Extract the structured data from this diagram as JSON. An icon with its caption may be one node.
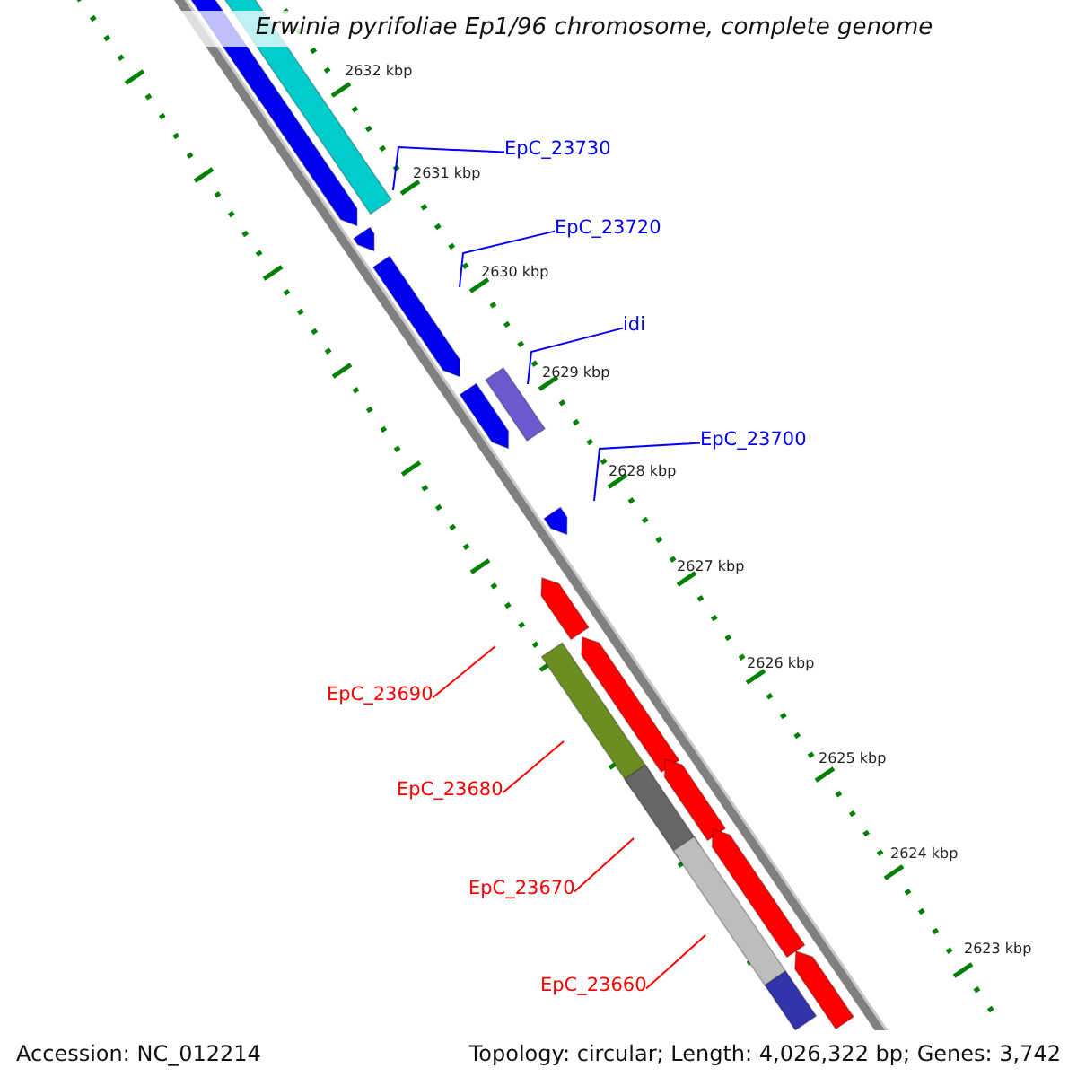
{
  "diagram": {
    "title": "Erwinia pyrifoliae Ep1/96 chromosome, complete genome",
    "nodes": [
      {
        "text": [
          "EpC_23730"
        ]
      },
      {
        "text": [
          "EpC_23720"
        ]
      },
      {
        "text": [
          "idi"
        ]
      },
      {
        "text": [
          "EpC_23700"
        ]
      },
      {
        "text": [
          "EpC_23690"
        ]
      },
      {
        "text": [
          "EpC_23680"
        ]
      },
      {
        "text": [
          "EpC_23670"
        ]
      },
      {
        "text": [
          "EpC_23660"
        ]
      }
    ],
    "edges": [
      {
        "from": 0,
        "to": null,
        "arrow": "none",
        "color": "#0000ff"
      },
      {
        "from": 1,
        "to": null,
        "arrow": "none",
        "color": "#0000ff"
      },
      {
        "from": 2,
        "to": null,
        "arrow": "none",
        "color": "#0000ff"
      },
      {
        "from": 3,
        "to": null,
        "arrow": "none",
        "color": "#0000ff"
      },
      {
        "from": 4,
        "to": null,
        "arrow": "none",
        "color": "#ff0000"
      },
      {
        "from": 5,
        "to": null,
        "arrow": "none",
        "color": "#ff0000"
      },
      {
        "from": 6,
        "to": null,
        "arrow": "none",
        "color": "#ff0000"
      },
      {
        "from": 7,
        "to": null,
        "arrow": "none",
        "color": "#ff0000"
      }
    ],
    "labels": [
      "2632 kbp",
      "2631 kbp",
      "2630 kbp",
      "2629 kbp",
      "2628 kbp",
      "2627 kbp",
      "2626 kbp",
      "2625 kbp",
      "2624 kbp",
      "2623 kbp",
      "Accession: NC_012214",
      "Topology: circular; Length: 4,026,322 bp; Genes: 3,742"
    ]
  }
}
